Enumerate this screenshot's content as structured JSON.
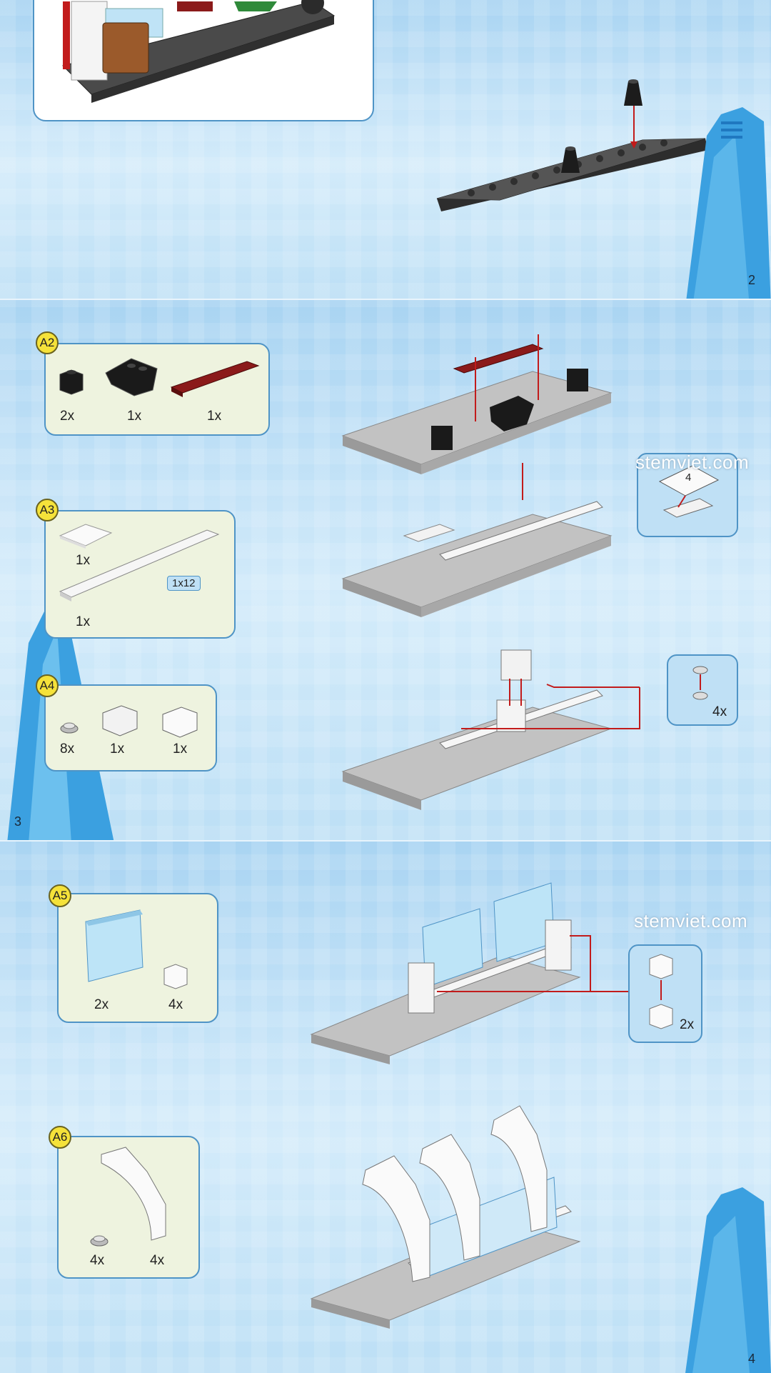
{
  "watermark": "stemviet.com",
  "colors": {
    "accent_blue": "#4f94c6",
    "dark_red": "#8b1a1a",
    "gray_plate": "#bdbdbd",
    "dark_plate": "#4a4a4a"
  },
  "page2": {
    "number": "2"
  },
  "page3": {
    "number": "3",
    "steps": [
      {
        "badge": "A2",
        "parts": [
          "2x",
          "1x",
          "1x"
        ]
      },
      {
        "badge": "A3",
        "parts": [
          "1x",
          "1x"
        ],
        "size_tag": "1x12"
      },
      {
        "badge": "A4",
        "parts": [
          "8x",
          "1x",
          "1x"
        ]
      }
    ],
    "callouts": [
      {
        "number": "4"
      },
      {
        "qty": "4x"
      }
    ]
  },
  "page4": {
    "number": "4",
    "steps": [
      {
        "badge": "A5",
        "parts": [
          "2x",
          "4x"
        ]
      },
      {
        "badge": "A6",
        "parts": [
          "4x",
          "4x"
        ]
      }
    ],
    "callouts": [
      {
        "qty": "2x"
      }
    ]
  }
}
